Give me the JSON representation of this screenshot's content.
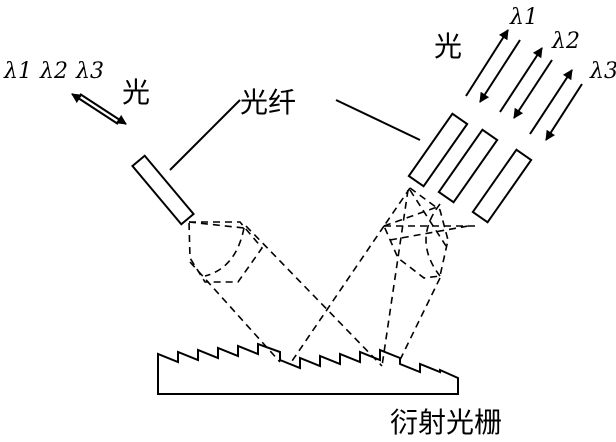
{
  "labels": {
    "left_wavelengths": [
      "λ1",
      "λ2",
      "λ3"
    ],
    "left_light": "光",
    "fiber": "光纤",
    "right_light": "光",
    "right_wavelengths": [
      "λ1",
      "λ2",
      "λ3"
    ],
    "grating": "衍射光栅"
  }
}
